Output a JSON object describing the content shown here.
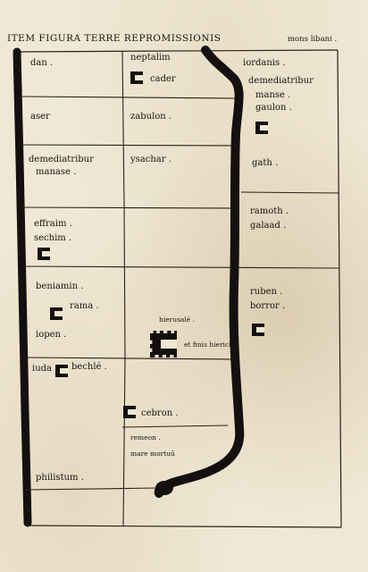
{
  "title": {
    "line": "ITEM FIGURA TERRE REPROMISSIONIS",
    "suffix": "mons libani ."
  },
  "regions": {
    "dan": "dan .",
    "neptalim": "neptalim",
    "cader": "cader",
    "aser": "aser",
    "zabulon": "zabulon .",
    "demediatribur_manase": "demediatribur",
    "manase": "manase .",
    "ysachar": "ysachar .",
    "effraim": "effraim .",
    "sechim": "sechim .",
    "beniamin": "beniamin .",
    "rama": "rama .",
    "iopen": "iopen .",
    "hierusale": "hierusalé .",
    "fines_hiericho": "et finis hiericho",
    "iuda": "iuda .",
    "bechle": "bechlé .",
    "cebron": "cebron .",
    "remeon": "remeon .",
    "mare_mortuum": "mare mortuū",
    "philistum": "philistum .",
    "iordanis": "iordanis .",
    "demediatribur_east": "demediatribur",
    "manse": "manse .",
    "gaulon": "gaulon .",
    "gath": "gath .",
    "ramoth": "ramoth .",
    "galaad": "galaad .",
    "ruben": "ruben .",
    "borror": "borror ."
  },
  "colors": {
    "ink": "#141010",
    "parchment": "#f0e8d5"
  }
}
